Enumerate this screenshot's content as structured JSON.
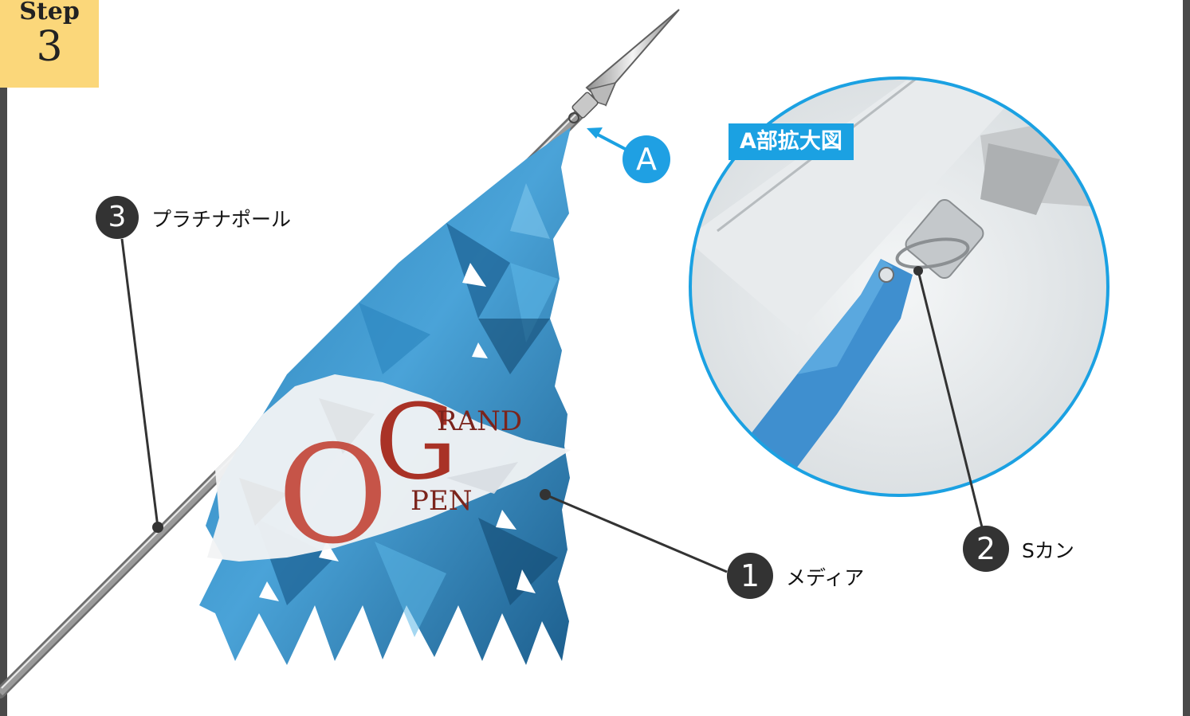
{
  "step": {
    "word": "Step",
    "number": "3"
  },
  "callouts": {
    "a_marker": "A",
    "detail_title": "A部拡大図"
  },
  "parts": [
    {
      "number": "1",
      "label": "メディア"
    },
    {
      "number": "2",
      "label": "Sカン"
    },
    {
      "number": "3",
      "label": "プラチナポール"
    }
  ],
  "banner_text": {
    "line1": "RAND",
    "line2": "PEN",
    "big1": "G",
    "big2": "O"
  },
  "colors": {
    "accent": "#1ba1e2",
    "badge": "#fbd77a",
    "frame": "#4a4a4a",
    "dark": "#333333"
  }
}
